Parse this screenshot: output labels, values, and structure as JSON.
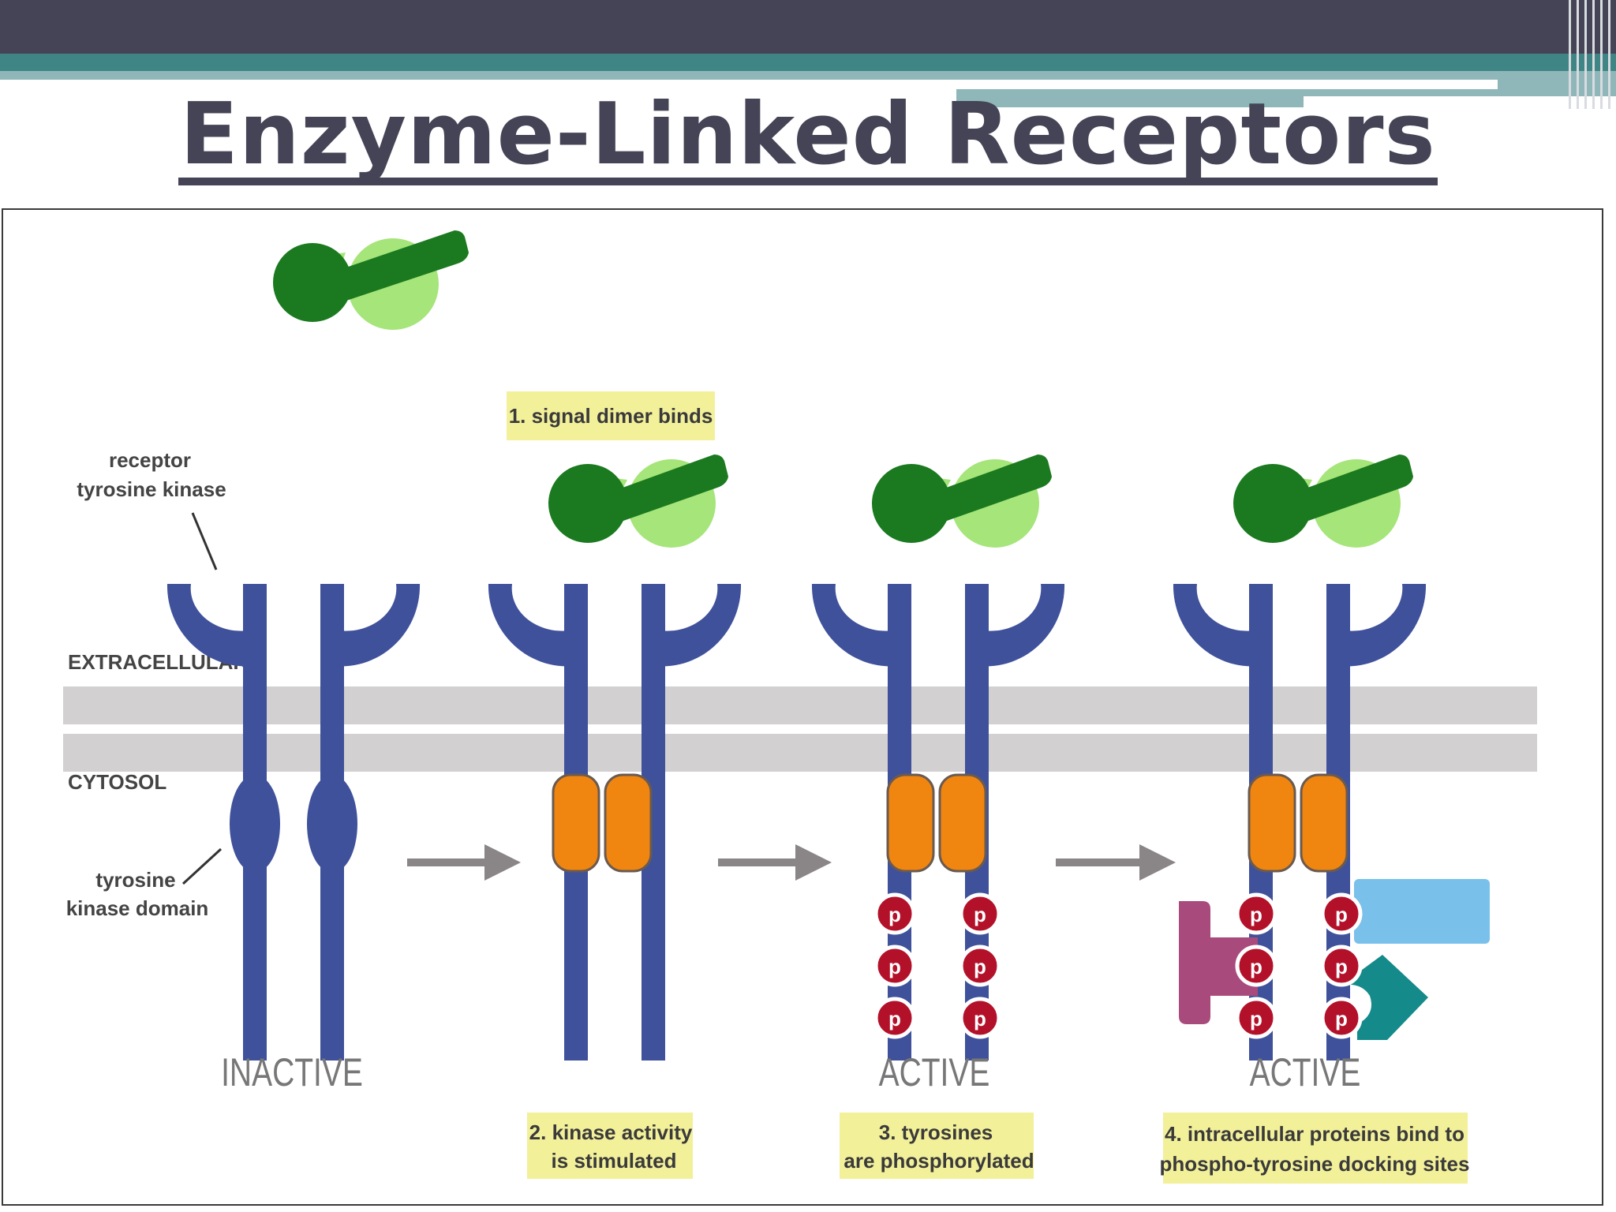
{
  "slide": {
    "title": "Enzyme-Linked Receptors"
  },
  "diagram": {
    "labels": {
      "receptor_line1": "receptor",
      "receptor_line2": "tyrosine kinase",
      "extracellular": "EXTRACELLULAR",
      "cytosol": "CYTOSOL",
      "kinase_domain_line1": "tyrosine",
      "kinase_domain_line2": "kinase domain",
      "phospho": "p"
    },
    "states": [
      "INACTIVE",
      "ACTIVE",
      "ACTIVE"
    ],
    "steps": [
      {
        "line1": "1. signal dimer binds",
        "line2": ""
      },
      {
        "line1": "2. kinase activity",
        "line2": "is stimulated"
      },
      {
        "line1": "3. tyrosines",
        "line2": "are phosphorylated"
      },
      {
        "line1": "4. intracellular proteins bind to",
        "line2": "phospho-tyrosine docking sites"
      }
    ],
    "colors": {
      "receptor": "#3f519a",
      "kinase_inactive": "#3f519a",
      "kinase_active": "#f0860f",
      "signal_dark": "#1b7a1f",
      "signal_light": "#a6e57a",
      "membrane": "#d2d0d0",
      "phosphate": "#b3112a",
      "step_box": "#f3f09a",
      "arrow": "#8a8586",
      "protein_magenta": "#a94a7d",
      "protein_blue": "#79c1ea",
      "protein_teal": "#158a8a"
    }
  }
}
